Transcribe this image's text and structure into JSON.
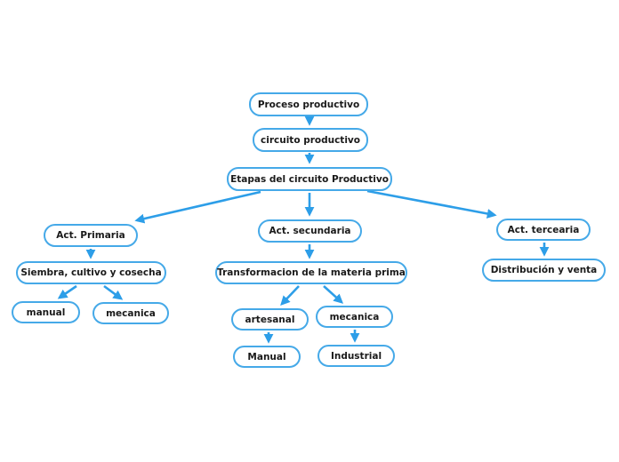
{
  "diagram": {
    "type": "concept-map",
    "colors": {
      "node_border": "#45a9e8",
      "arrow": "#2d9ee8",
      "text": "#1a1a1a",
      "background": "#ffffff"
    },
    "nodes": [
      {
        "id": "proceso-productivo",
        "label": "Proceso productivo"
      },
      {
        "id": "circuito-productivo",
        "label": "circuito productivo"
      },
      {
        "id": "etapas-del-circuito-productivo",
        "label": "Etapas del circuito Productivo"
      },
      {
        "id": "act-primaria",
        "label": "Act. Primaria"
      },
      {
        "id": "act-secundaria",
        "label": "Act. secundaria"
      },
      {
        "id": "act-tercearia",
        "label": "Act. tercearia"
      },
      {
        "id": "siembra-cultivo-y-cosecha",
        "label": "Siembra, cultivo y cosecha"
      },
      {
        "id": "transformacion-de-la-materia-prima",
        "label": "Transformacion de la materia prima"
      },
      {
        "id": "distribucion-y-venta",
        "label": "Distribución y venta"
      },
      {
        "id": "manual-1",
        "label": "manual"
      },
      {
        "id": "mecanica-1",
        "label": "mecanica"
      },
      {
        "id": "artesanal",
        "label": "artesanal"
      },
      {
        "id": "mecanica-2",
        "label": "mecanica"
      },
      {
        "id": "manual-2",
        "label": "Manual"
      },
      {
        "id": "industrial",
        "label": "Industrial"
      }
    ],
    "edges": [
      {
        "from": "proceso-productivo",
        "to": "circuito-productivo"
      },
      {
        "from": "circuito-productivo",
        "to": "etapas-del-circuito-productivo"
      },
      {
        "from": "etapas-del-circuito-productivo",
        "to": "act-primaria"
      },
      {
        "from": "etapas-del-circuito-productivo",
        "to": "act-secundaria"
      },
      {
        "from": "etapas-del-circuito-productivo",
        "to": "act-tercearia"
      },
      {
        "from": "act-primaria",
        "to": "siembra-cultivo-y-cosecha"
      },
      {
        "from": "siembra-cultivo-y-cosecha",
        "to": "manual-1"
      },
      {
        "from": "siembra-cultivo-y-cosecha",
        "to": "mecanica-1"
      },
      {
        "from": "act-secundaria",
        "to": "transformacion-de-la-materia-prima"
      },
      {
        "from": "transformacion-de-la-materia-prima",
        "to": "artesanal"
      },
      {
        "from": "transformacion-de-la-materia-prima",
        "to": "mecanica-2"
      },
      {
        "from": "artesanal",
        "to": "manual-2"
      },
      {
        "from": "mecanica-2",
        "to": "industrial"
      },
      {
        "from": "act-tercearia",
        "to": "distribucion-y-venta"
      }
    ]
  }
}
